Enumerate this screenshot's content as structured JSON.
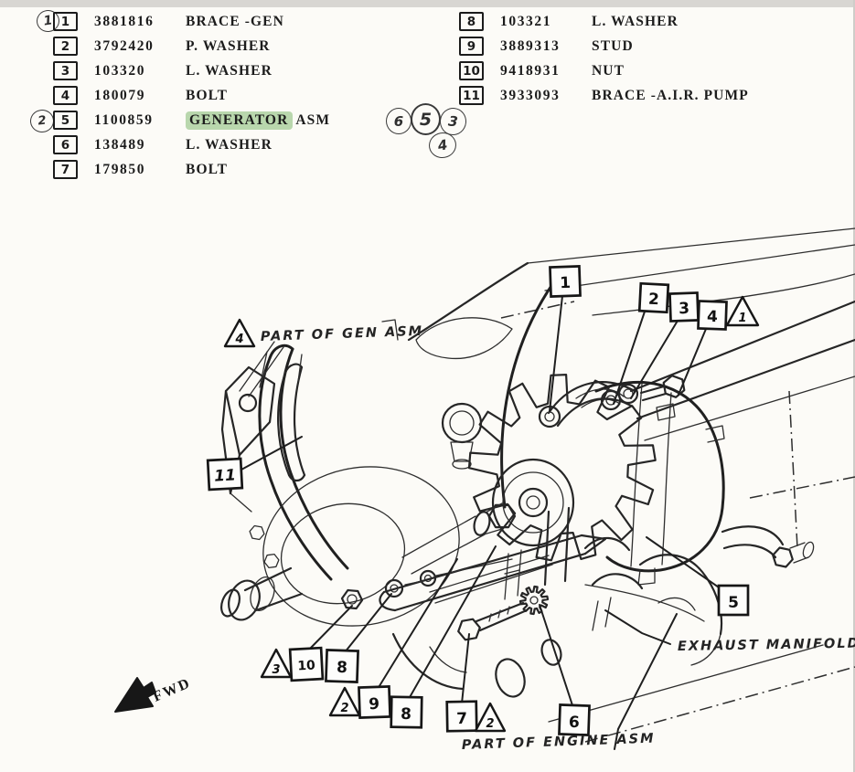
{
  "colors": {
    "highlight": "#b9d7ad",
    "ink": "#1c1c1c",
    "paper": "#fcfbf7"
  },
  "parts_left": [
    {
      "ref": "1",
      "part": "3881816",
      "desc": "BRACE -GEN"
    },
    {
      "ref": "2",
      "part": "3792420",
      "desc": "P. WASHER"
    },
    {
      "ref": "3",
      "part": "103320",
      "desc": "L. WASHER"
    },
    {
      "ref": "4",
      "part": "180079",
      "desc": "BOLT"
    },
    {
      "ref": "5",
      "part": "1100859",
      "word": "GENERATOR",
      "suffix": "ASM"
    },
    {
      "ref": "6",
      "part": "138489",
      "desc": "L. WASHER"
    },
    {
      "ref": "7",
      "part": "179850",
      "desc": "BOLT"
    }
  ],
  "parts_right": [
    {
      "ref": "8",
      "part": "103321",
      "desc": "L. WASHER"
    },
    {
      "ref": "9",
      "part": "3889313",
      "desc": "STUD"
    },
    {
      "ref": "10",
      "part": "9418931",
      "desc": "NUT"
    },
    {
      "ref": "11",
      "part": "3933093",
      "desc": "BRACE -A.I.R. PUMP"
    }
  ],
  "margin_marks": {
    "row1_circle": "1",
    "row5_circle": "2",
    "cluster_a": "6",
    "cluster_b": "5",
    "cluster_c": "3",
    "cluster_below": "4"
  },
  "diagram": {
    "callouts": {
      "c1": "1",
      "c2": "2",
      "c3": "3",
      "c4": "4",
      "c5": "5",
      "c6": "6",
      "c7": "7",
      "c8a": "8",
      "c8b": "8",
      "c9": "9",
      "c10": "10",
      "c11": "11"
    },
    "warn": {
      "w1": "1",
      "w2a": "2",
      "w2b": "2",
      "w3": "3",
      "w4": "4"
    },
    "labels": {
      "part_of_gen": "PART OF GEN ASM",
      "exhaust": "EXHAUST MANIFOLD",
      "part_of_engine": "PART OF ENGINE ASM",
      "fwd": "FWD"
    }
  }
}
